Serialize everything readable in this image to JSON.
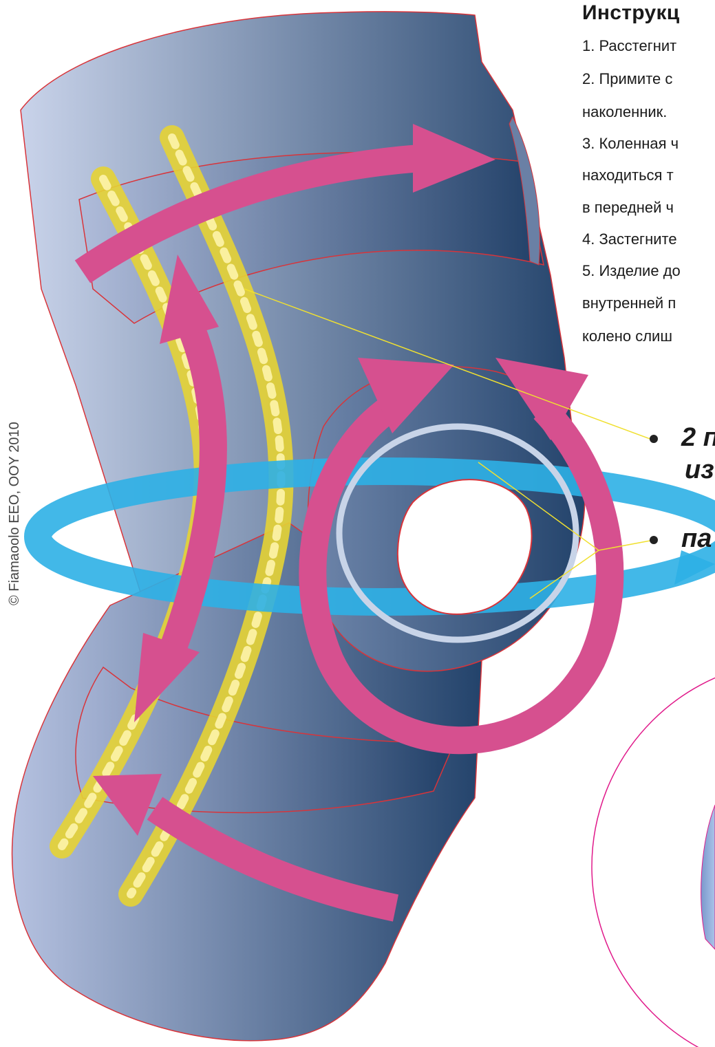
{
  "instructions": {
    "title": "Инструкц",
    "lines": [
      "1. Расстегнит",
      "2. Примите с",
      "наколенник.",
      "3. Коленная ч",
      "находиться т",
      "в передней ч",
      "4. Застегните",
      "5. Изделие до",
      "внутренней п",
      "колено слиш"
    ]
  },
  "callouts": {
    "line1": "2 п",
    "line2": "из",
    "line3": "па"
  },
  "copyright": "© Fiamaoolo EEO, OOY 2010",
  "colors": {
    "sleeve_light": "#c9d3ea",
    "sleeve_dark": "#23436b",
    "outline": "#d8343a",
    "arrow_magenta": "#d6508f",
    "ring_blue": "#2eb0e6",
    "stay_yellow": "#e6d334",
    "leader_line": "#f0e030",
    "detail_circle": "#e0198a"
  }
}
